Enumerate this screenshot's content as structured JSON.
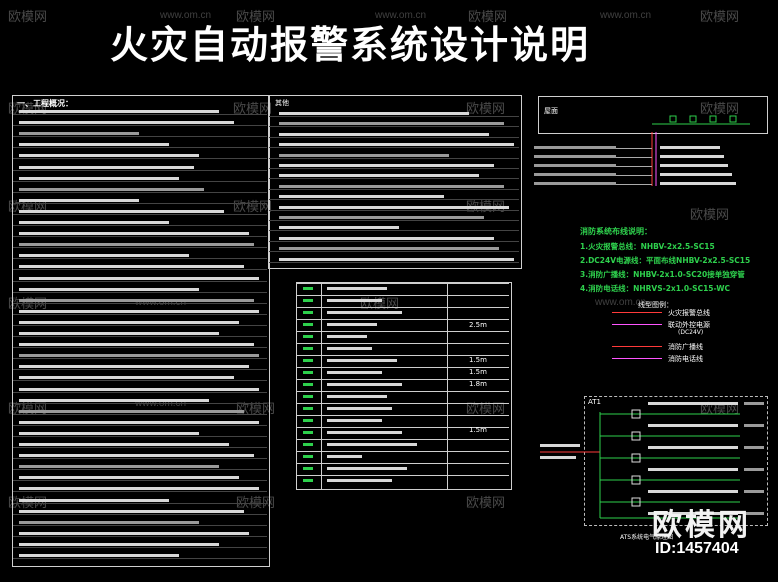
{
  "title": "火灾自动报警系统设计说明",
  "watermark": {
    "text": "欧模网",
    "url": "www.om.cn",
    "logo_text": "欧模网",
    "id_label": "ID:1457404"
  },
  "left_panel": {
    "heading": "一、工程概况："
  },
  "mid_panel": {
    "heading": "其他"
  },
  "legend_table": {
    "values": [
      "2.5m",
      "1.5m",
      "1.5m",
      "1.8m",
      "1.5m"
    ]
  },
  "riser_panel": {
    "label": "屋面"
  },
  "wiring_notes": {
    "title": "消防系统布线说明：",
    "items": [
      "1.火灾报警总线：NHBV-2x2.5-SC15",
      "2.DC24V电源线：平面布线NHBV-2x2.5-SC15",
      "3.消防广播线：NHBV-2x1.0-SC20接单独穿管",
      "4.消防电话线：NHRVS-2x1.0-SC15-WC"
    ]
  },
  "line_legend": {
    "title": "线型图例：",
    "items": [
      {
        "label": "火灾报警总线",
        "color": "#ff3a3a"
      },
      {
        "label": "联动外控电源",
        "sub": "(DC24V)",
        "color": "#ff55ff"
      },
      {
        "label": "消防广播线",
        "color": "#ff3a3a"
      },
      {
        "label": "消防电话线",
        "color": "#ff55ff"
      }
    ]
  },
  "ats": {
    "label": "AT1",
    "caption": "ATS系统电气原理图"
  }
}
